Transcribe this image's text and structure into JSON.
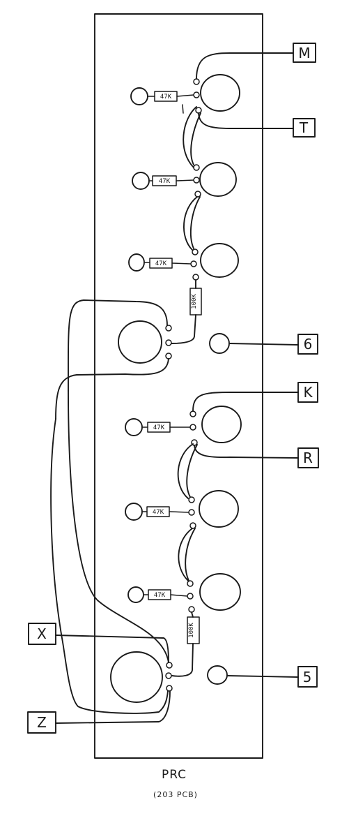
{
  "labels": {
    "m": "M",
    "t": "T",
    "six": "6",
    "k": "K",
    "r": "R",
    "x": "X",
    "five": "5",
    "z": "Z"
  },
  "resistors": {
    "r1": "47K",
    "r2": "47K",
    "r3": "47K",
    "r4": "100K",
    "r5": "47K",
    "r6": "47K",
    "r7": "47K",
    "r8": "100K"
  },
  "caption": {
    "title": "PRC",
    "subtitle": "(203 PCB)"
  }
}
